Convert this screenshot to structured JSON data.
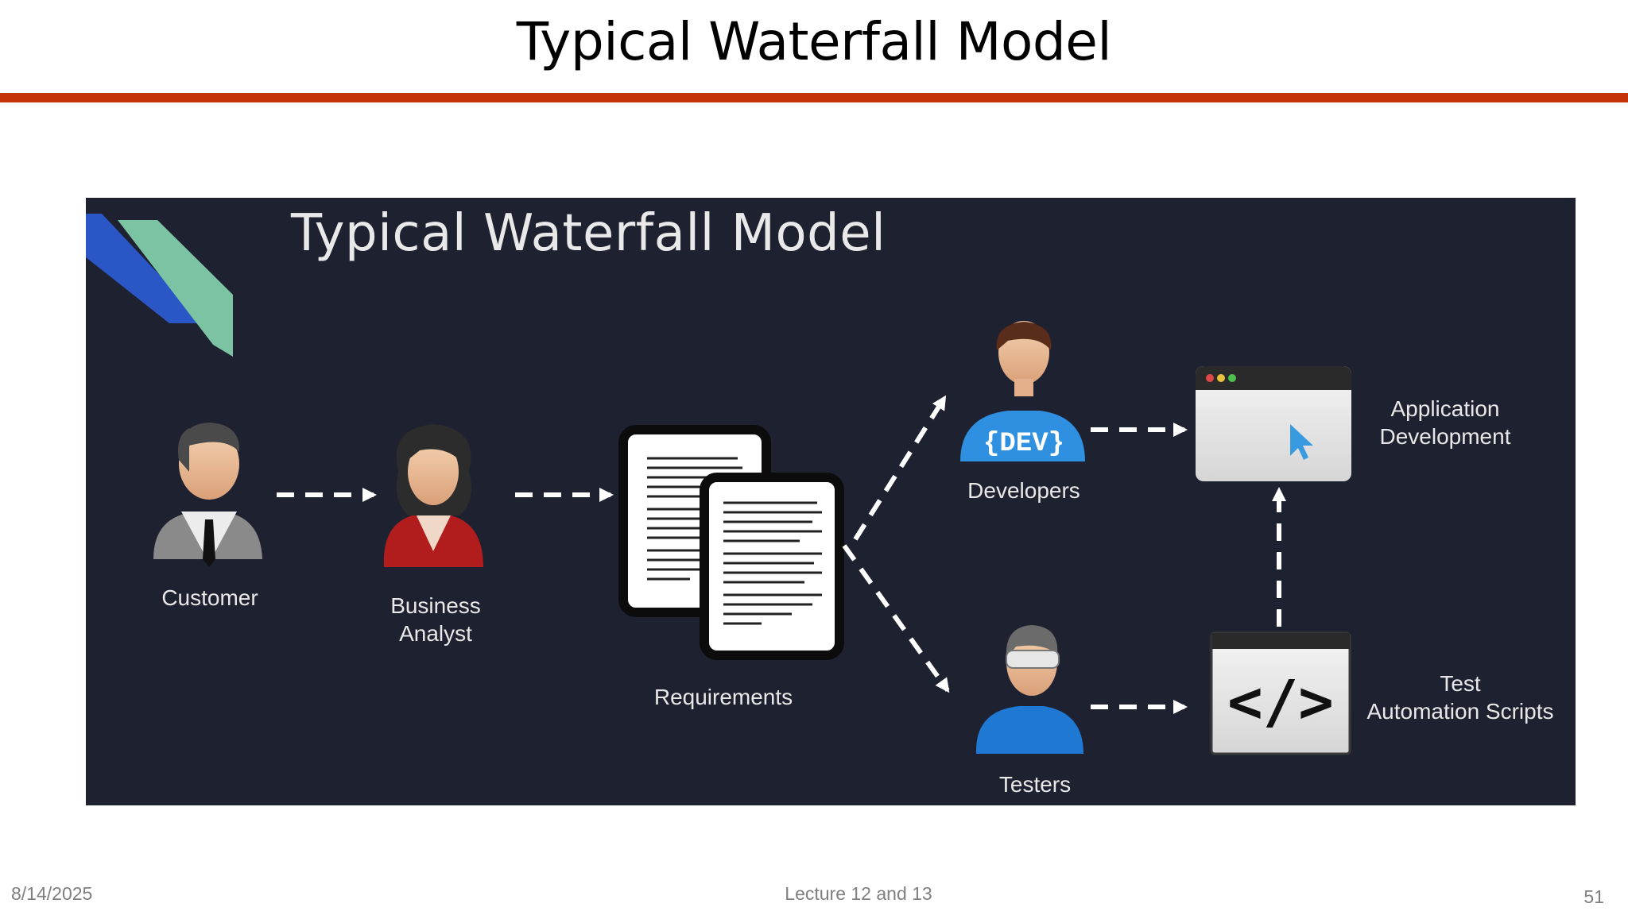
{
  "slide": {
    "title": "Typical Waterfall Model",
    "footer_date": "8/14/2025",
    "footer_center": "Lecture 12 and 13",
    "page_number": "51"
  },
  "diagram": {
    "title": "Typical Waterfall Model",
    "nodes": {
      "customer": "Customer",
      "business_analyst": [
        "Business",
        "Analyst"
      ],
      "requirements": "Requirements",
      "developers": "Developers",
      "testers": "Testers",
      "application_development": [
        "Application",
        "Development"
      ],
      "test_automation_scripts": [
        "Test",
        "Automation Scripts"
      ]
    },
    "dev_badge_text": "{DEV}",
    "code_icon_text": "</>"
  },
  "colors": {
    "accent_rule": "#c4320a",
    "panel_background": "#1e2130",
    "logo_blue": "#2a56c6",
    "logo_green": "#7cc3a3"
  }
}
